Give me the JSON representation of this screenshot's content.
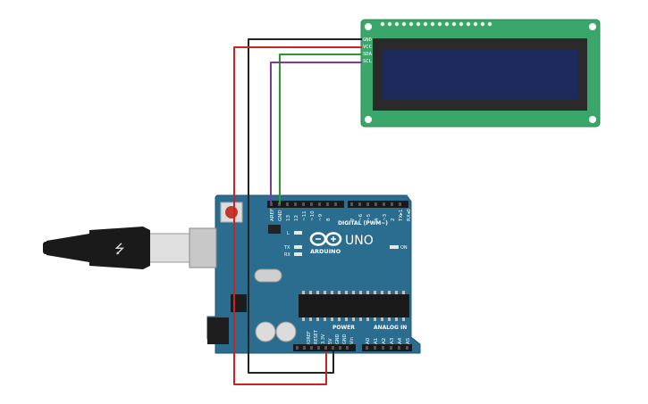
{
  "lcd": {
    "pin_labels": [
      "GND",
      "VCC",
      "SDA",
      "SCL"
    ]
  },
  "arduino": {
    "brand": "ARDUINO",
    "model": "UNO",
    "on_label": "ON",
    "digital_header_label": "DIGITAL (PWM~)",
    "digital_pin_labels": [
      "AREF",
      "GND",
      "13",
      "12",
      "~11",
      "~10",
      "~9",
      "8",
      "7",
      "~6",
      "~5",
      "4",
      "~3",
      "2",
      "TX▸1",
      "RX◂0"
    ],
    "led_labels": [
      "L",
      "TX",
      "RX"
    ],
    "power_header_label": "POWER",
    "analog_header_label": "ANALOG IN",
    "power_pin_labels": [
      "IOREF",
      "RESET",
      "3.3V",
      "5V",
      "GND",
      "GND",
      "Vin"
    ],
    "analog_pin_labels": [
      "A0",
      "A1",
      "A2",
      "A3",
      "A4",
      "A5"
    ]
  },
  "colors": {
    "board": "#2b6d8f",
    "lcd_pcb": "#3aa66a",
    "lcd_screen": "#1e2a5c",
    "wire_black": "#222222",
    "wire_red": "#cc2222",
    "wire_green": "#2a9a2a",
    "wire_purple": "#7d3c98"
  }
}
